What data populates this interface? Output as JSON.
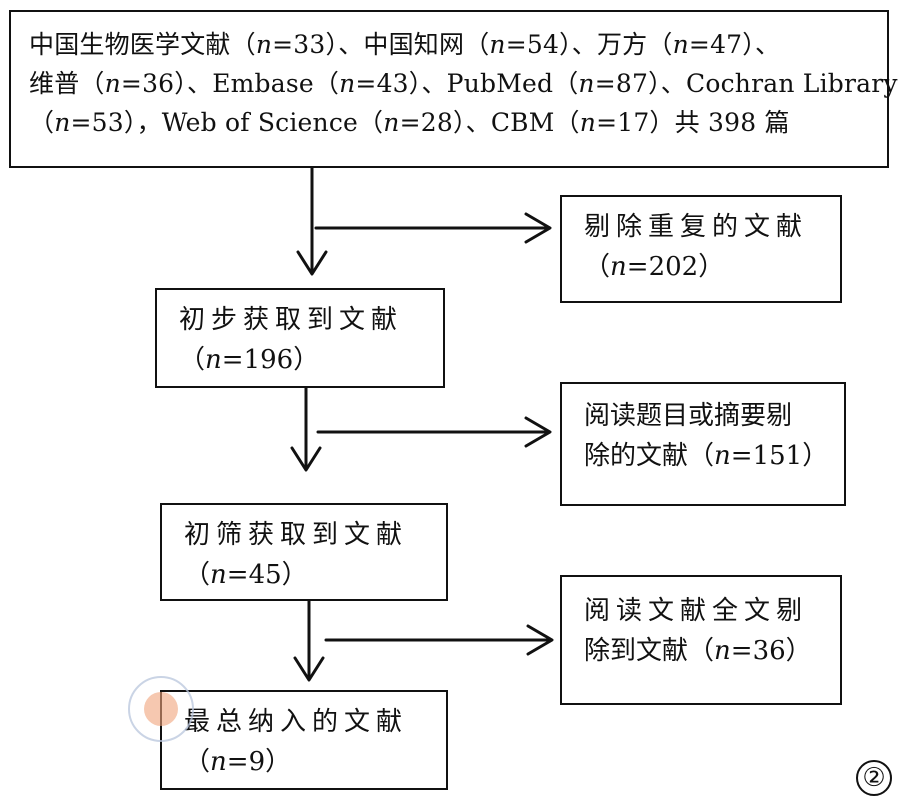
{
  "source_box": {
    "line1": "中国生物医学文献（n=33）、中国知网（n=54）、万方（n=47）、",
    "line2": "维普（n=36）、Embase（n=43）、PubMed（n=87）、Cochran Library",
    "line3": "（n=53），Web of Science（n=28）、CBM（n=17）共 398 篇"
  },
  "duplicates_removed": {
    "label": "剔除重复的文献",
    "count": "（n=202）"
  },
  "initial_retrieved": {
    "label": "初步获取到文献",
    "count": "（n=196）"
  },
  "title_abstract_removed": {
    "line1": "阅读题目或摘要剔",
    "line2": "除的文献（n=151）"
  },
  "screened_retrieved": {
    "label": "初筛获取到文献",
    "count": "（n=45）"
  },
  "fulltext_removed": {
    "line1": "阅读文献全文剔",
    "line2": "除到文献（n=36）"
  },
  "final_included": {
    "label": "最总纳入的文献",
    "count": "（n=9）"
  },
  "figure_number": "②",
  "colors": {
    "line": "#111111",
    "seal": "#b9c6dd",
    "seal_fill": "#f0a37a"
  }
}
